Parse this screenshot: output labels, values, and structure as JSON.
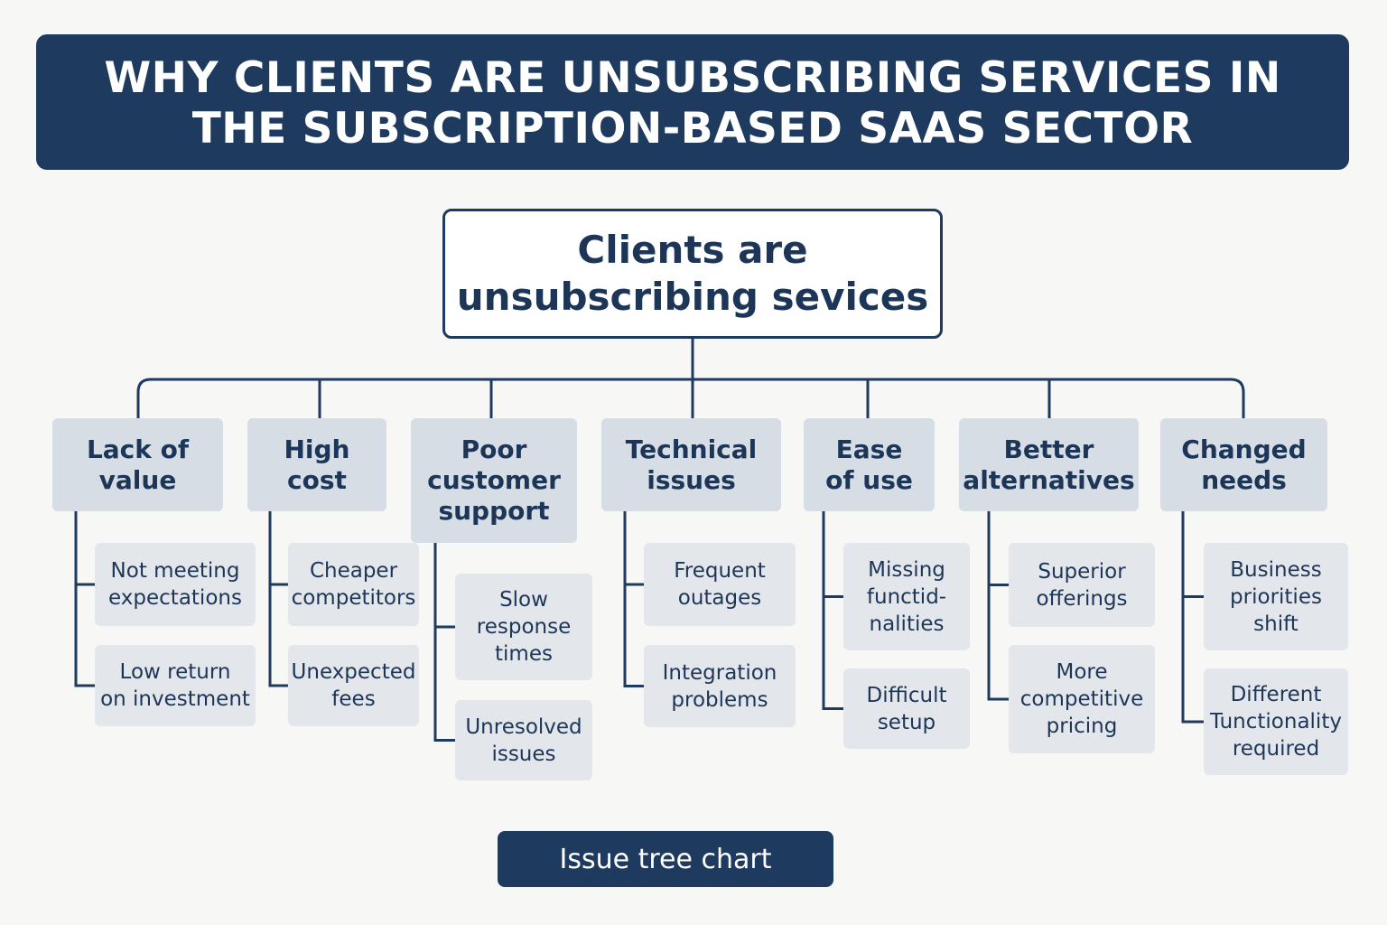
{
  "header": {
    "title_lines": [
      "WHY CLIENTS ARE UNSUBSCRIBING SERVICES IN",
      "THE SUBSCRIPTION-BASED SAAS SECTOR"
    ]
  },
  "tree": {
    "root": {
      "lines": [
        "Clients are",
        "unsubscribing sevices"
      ]
    },
    "categories": [
      {
        "lines": [
          "Lack of",
          "value"
        ],
        "children": [
          {
            "lines": [
              "Not meeting",
              "expectations"
            ]
          },
          {
            "lines": [
              "Low return",
              "on investment"
            ]
          }
        ]
      },
      {
        "lines": [
          "High",
          "cost"
        ],
        "children": [
          {
            "lines": [
              "Cheaper",
              "competitors"
            ]
          },
          {
            "lines": [
              "Unexpected",
              "fees"
            ]
          }
        ]
      },
      {
        "lines": [
          "Poor",
          "customer",
          "support"
        ],
        "children": [
          {
            "lines": [
              "Slow",
              "response",
              "times"
            ]
          },
          {
            "lines": [
              "Unresolved",
              "issues"
            ]
          }
        ]
      },
      {
        "lines": [
          "Technical",
          "issues"
        ],
        "children": [
          {
            "lines": [
              "Frequent",
              "outages"
            ]
          },
          {
            "lines": [
              "Integration",
              "problems"
            ]
          }
        ]
      },
      {
        "lines": [
          "Ease",
          "of use"
        ],
        "children": [
          {
            "lines": [
              "Missing",
              "functid-",
              "nalities"
            ]
          },
          {
            "lines": [
              "Difficult",
              "setup"
            ]
          }
        ]
      },
      {
        "lines": [
          "Better",
          "alternatives"
        ],
        "children": [
          {
            "lines": [
              "Superior",
              "offerings"
            ]
          },
          {
            "lines": [
              "More",
              "competitive",
              "pricing"
            ]
          }
        ]
      },
      {
        "lines": [
          "Changed",
          "needs"
        ],
        "children": [
          {
            "lines": [
              "Business",
              "priorities",
              "shift"
            ]
          },
          {
            "lines": [
              "Different",
              "Tunctionality",
              "required"
            ]
          }
        ]
      }
    ]
  },
  "footer": {
    "label": "Issue tree chart"
  },
  "colors": {
    "navy": "#1e3a5f",
    "category_fill": "#d6dde5",
    "leaf_fill": "#e3e7ec",
    "background": "#f7f7f5"
  }
}
